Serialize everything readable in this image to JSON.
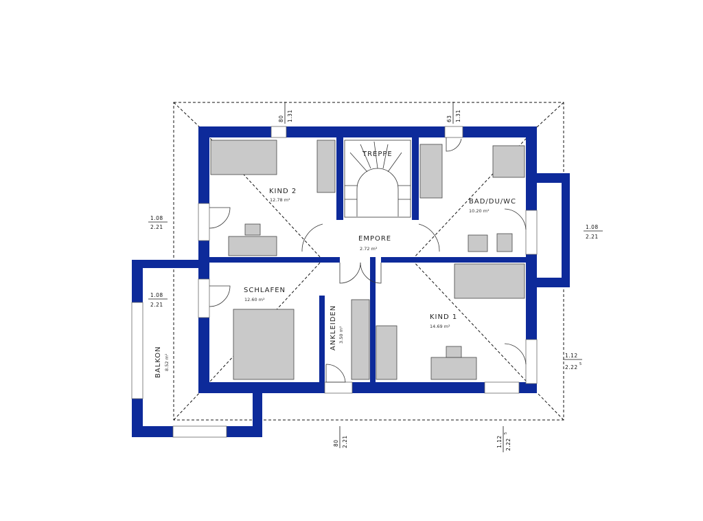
{
  "rooms": {
    "kind2": {
      "name": "KIND 2",
      "area": "12.78 m²"
    },
    "treppe": {
      "name": "TREPPE",
      "area": ""
    },
    "bad": {
      "name": "BAD/DU/WC",
      "area": "10.20 m²"
    },
    "empore": {
      "name": "EMPORE",
      "area": "2.72 m²"
    },
    "schlafen": {
      "name": "SCHLAFEN",
      "area": "12.60 m²"
    },
    "ankleiden": {
      "name": "ANKLEIDEN",
      "area": "3.50 m²"
    },
    "kind1": {
      "name": "KIND 1",
      "area": "14.69 m²"
    },
    "balkon": {
      "name": "BALKON",
      "area": "8.52 m²"
    }
  },
  "dimensions": {
    "top_left": {
      "upper": "80",
      "lower": "1.31"
    },
    "top_right": {
      "upper": "63",
      "lower": "1.31"
    },
    "left_upper": {
      "upper": "1.08",
      "lower": "2.21"
    },
    "left_lower": {
      "upper": "1.08",
      "lower": "2.21"
    },
    "right_upper": {
      "upper": "1.08",
      "lower": "2.21"
    },
    "right_lower": {
      "upper": "1.12",
      "lower": "2.22",
      "sup": "5"
    },
    "bottom_center": {
      "upper": "80",
      "lower": "2.21"
    },
    "bottom_right": {
      "upper": "1.12",
      "lower": "2.22",
      "sup": "5"
    }
  },
  "colors": {
    "wall": "#0d2a9a",
    "furniture": "#c9c9c9"
  }
}
